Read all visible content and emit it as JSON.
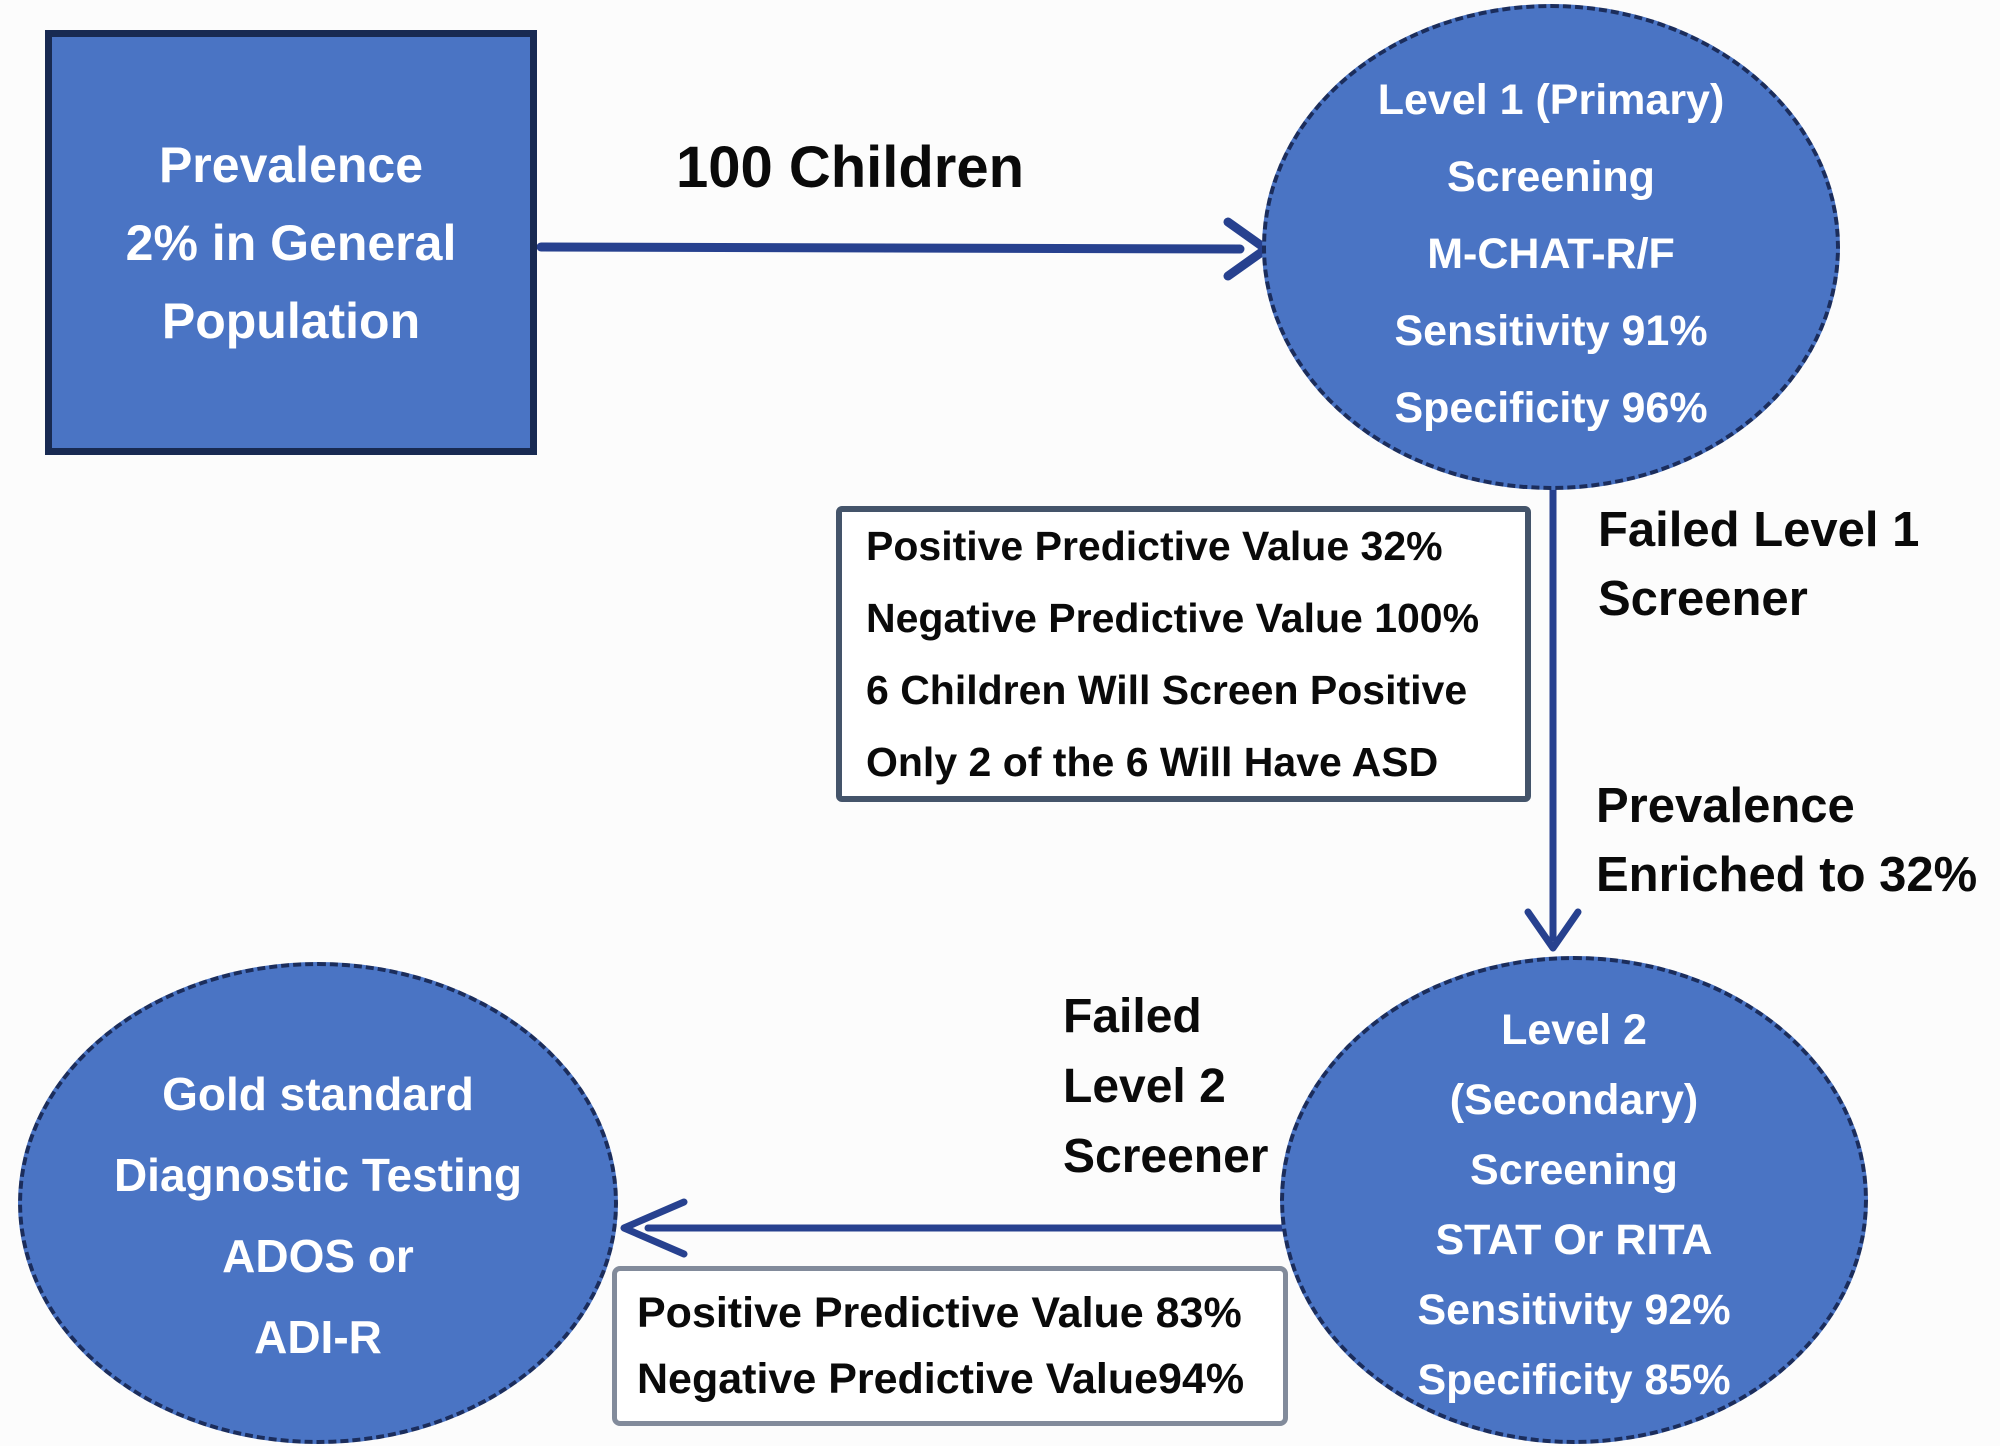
{
  "diagram": {
    "background": "#fcfcfc",
    "colors": {
      "node_fill": "#4a74c4",
      "node_border": "#182a52",
      "ellipse_dash_border": "#1b2d5c",
      "arrow": "#27418f",
      "stat_box_border_dark": "#44546a",
      "stat_box_border_light": "#828b9b",
      "node_text": "#ffffff",
      "label_text": "#0a0a0a"
    }
  },
  "nodes": {
    "prevalence_box": {
      "shape": "rectangle",
      "lines": [
        "Prevalence",
        "2% in General",
        "Population"
      ]
    },
    "level1_ellipse": {
      "shape": "ellipse",
      "lines": [
        "Level 1 (Primary)",
        "Screening",
        "M-CHAT-R/F",
        "Sensitivity 91%",
        "Specificity 96%"
      ]
    },
    "level1_stats_box": {
      "shape": "rectangle",
      "lines": [
        "Positive Predictive Value 32%",
        "Negative Predictive Value 100%",
        "6 Children Will Screen Positive",
        "Only 2 of the 6 Will Have ASD"
      ]
    },
    "level2_ellipse": {
      "shape": "ellipse",
      "lines": [
        "Level 2",
        "(Secondary)",
        "Screening",
        "STAT Or RITA",
        "Sensitivity 92%",
        "Specificity 85%"
      ]
    },
    "gold_standard_ellipse": {
      "shape": "ellipse",
      "lines": [
        "Gold standard",
        "Diagnostic Testing",
        "ADOS or",
        "ADI-R"
      ]
    },
    "level2_stats_box": {
      "shape": "rectangle",
      "lines": [
        "Positive Predictive Value 83%",
        "Negative Predictive Value94%"
      ]
    }
  },
  "labels": {
    "children_count": "100 Children",
    "failed_level1": [
      "Failed Level 1",
      "Screener"
    ],
    "prevalence_enriched": [
      "Prevalence",
      "Enriched to 32%"
    ],
    "failed_level2": [
      "Failed",
      "Level 2",
      "Screener"
    ]
  }
}
